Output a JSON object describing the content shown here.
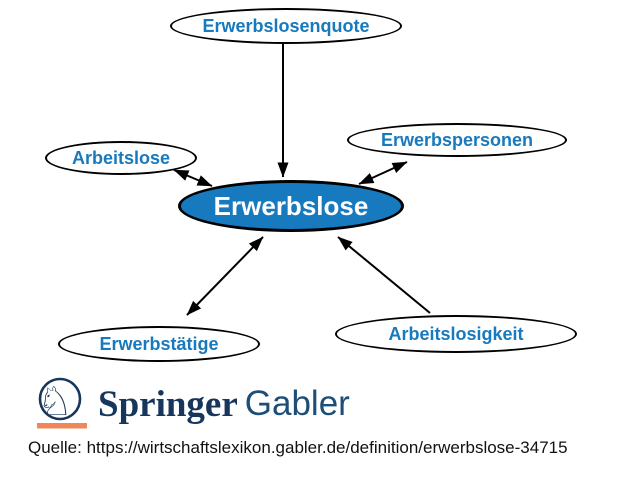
{
  "diagram": {
    "center_node": {
      "label": "Erwerbslose"
    },
    "nodes": [
      {
        "label": "Erwerbslosenquote"
      },
      {
        "label": "Erwerbspersonen"
      },
      {
        "label": "Arbeitslose"
      },
      {
        "label": "Erwerbstätige"
      },
      {
        "label": "Arbeitslosigkeit"
      }
    ],
    "edges": [
      {
        "from": "Erwerbslosenquote",
        "to": "Erwerbslose",
        "bidirectional": false
      },
      {
        "from": "Erwerbspersonen",
        "to": "Erwerbslose",
        "bidirectional": true
      },
      {
        "from": "Arbeitslose",
        "to": "Erwerbslose",
        "bidirectional": true
      },
      {
        "from": "Erwerbstätige",
        "to": "Erwerbslose",
        "bidirectional": true
      },
      {
        "from": "Arbeitslosigkeit",
        "to": "Erwerbslose",
        "bidirectional": false
      }
    ],
    "colors": {
      "center_fill": "#1779be",
      "node_text": "#1779be",
      "center_text": "#ffffff",
      "node_border": "#000000",
      "edge": "#000000"
    }
  },
  "footer": {
    "logo": {
      "icon": "springer-horse-knight-icon",
      "brand": "Springer",
      "suffix": "Gabler",
      "brand_color": "#16365c",
      "suffix_color": "#1d4e77",
      "accent_color": "#f0875a"
    },
    "source_line": "Quelle: https://wirtschaftslexikon.gabler.de/definition/erwerbslose-34715"
  }
}
